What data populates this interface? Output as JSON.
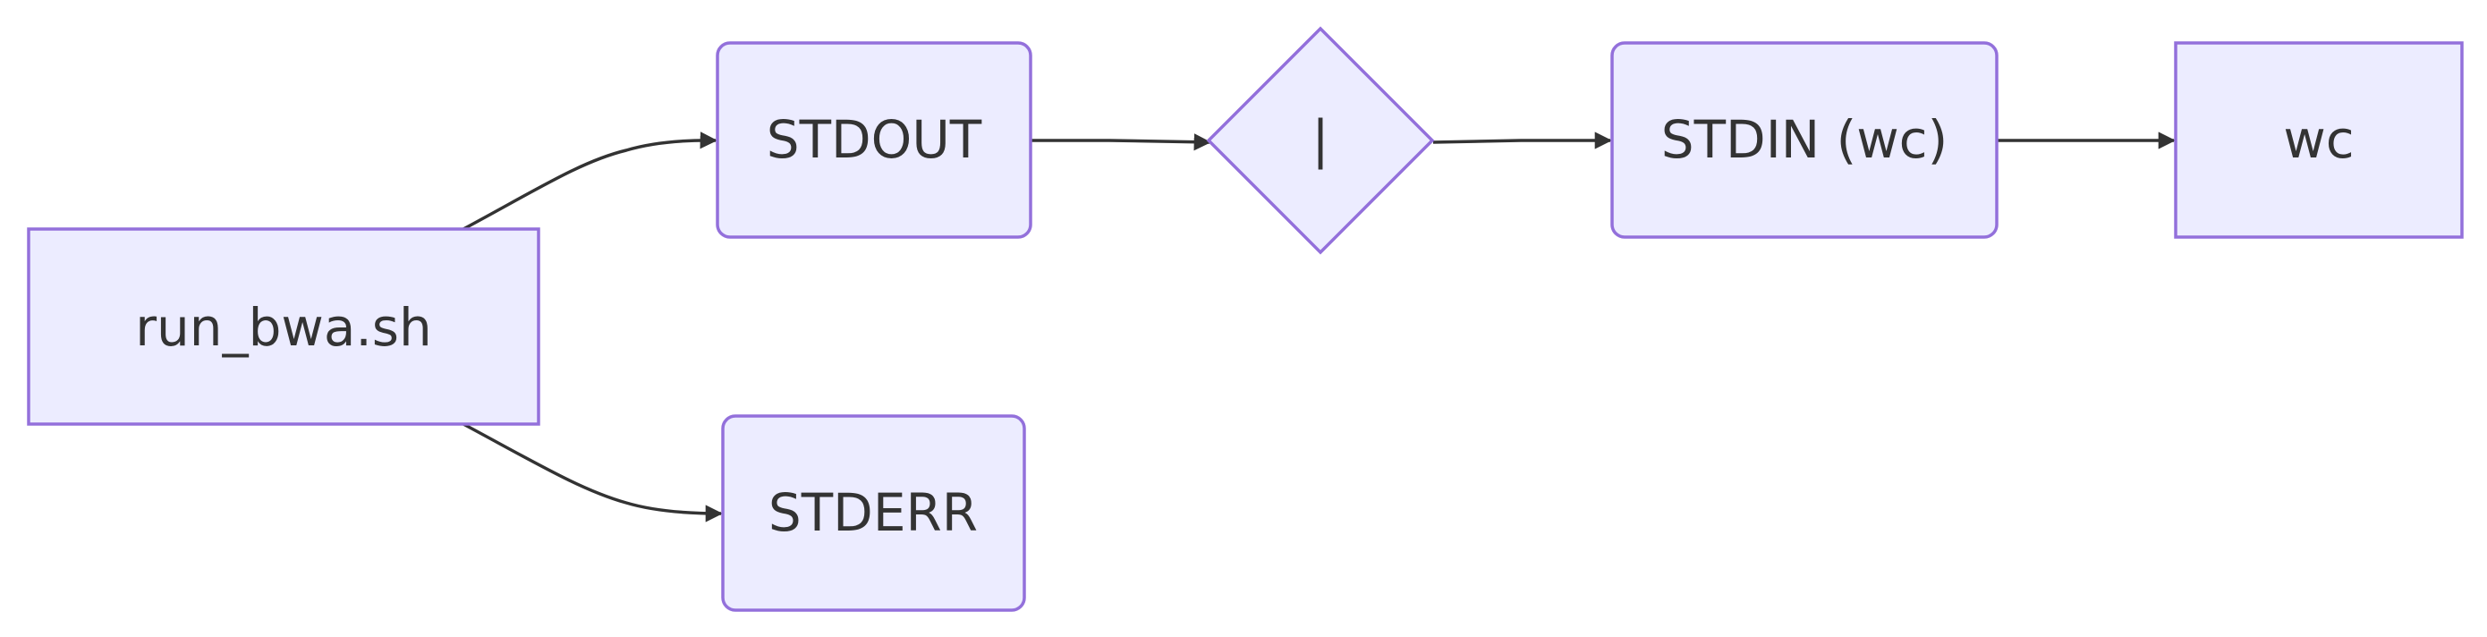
{
  "colors": {
    "node_fill": "#ECECFF",
    "node_stroke": "#9370DB",
    "edge": "#333333",
    "text": "#333333",
    "background": "#ffffff"
  },
  "nodes": {
    "run_bwa": {
      "label": "run_bwa.sh",
      "shape": "rectangle"
    },
    "stdout": {
      "label": "STDOUT",
      "shape": "rounded-rectangle"
    },
    "stderr": {
      "label": "STDERR",
      "shape": "rounded-rectangle"
    },
    "pipe": {
      "label": "|",
      "shape": "diamond"
    },
    "stdin_wc": {
      "label": "STDIN (wc)",
      "shape": "rounded-rectangle"
    },
    "wc": {
      "label": "wc",
      "shape": "rectangle"
    }
  },
  "edges": [
    {
      "from": "run_bwa.sh",
      "to": "STDOUT"
    },
    {
      "from": "run_bwa.sh",
      "to": "STDERR"
    },
    {
      "from": "STDOUT",
      "to": "|"
    },
    {
      "from": "|",
      "to": "STDIN (wc)"
    },
    {
      "from": "STDIN (wc)",
      "to": "wc"
    }
  ]
}
